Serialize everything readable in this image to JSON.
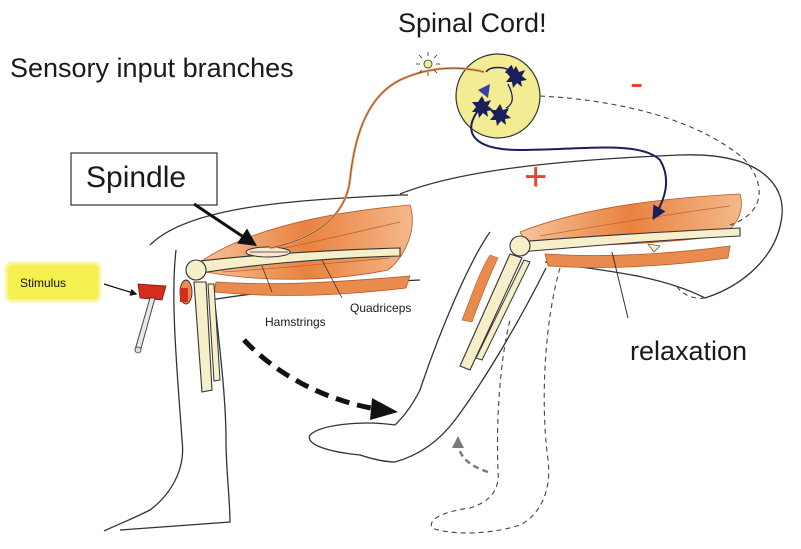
{
  "labels": {
    "spinal_cord": "Spinal Cord!",
    "sensory_input": "Sensory input branches",
    "spindle": "Spindle",
    "stimulus": "Stimulus",
    "hamstrings": "Hamstrings",
    "quadriceps": "Quadriceps",
    "relaxation": "relaxation",
    "plus": "+",
    "minus": "-"
  },
  "colors": {
    "muscle": "#e98a4e",
    "muscle_dark": "#d86a2a",
    "bone": "#f6efc9",
    "spinal_cord_fill": "#f4ec92",
    "sensory_nerve": "#e7a06a",
    "motor_nerve": "#1c1e5c",
    "sign": "#e8452a",
    "stimulus_box": "#f3f04f",
    "hammer": "#d62c1e"
  },
  "icons": {
    "neuron": "star-neuron-icon",
    "hammer": "reflex-hammer-icon"
  }
}
